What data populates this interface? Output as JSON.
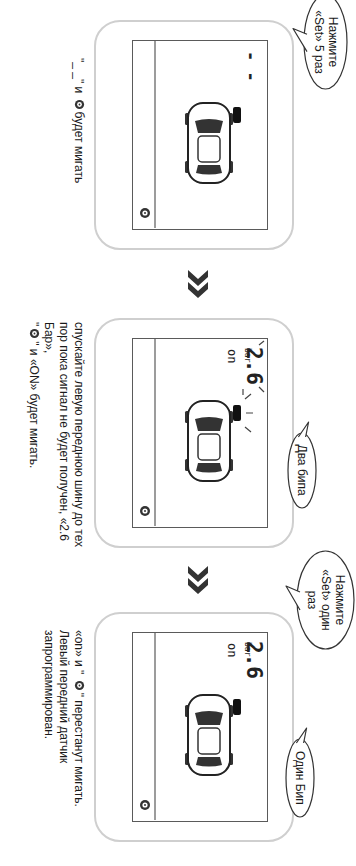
{
  "diagram": {
    "nodes": [
      {
        "text": [
          "Нажмите «Set» 5 раз"
        ]
      },
      {
        "text": [
          "- -"
        ]
      },
      {
        "text": [
          "2.6",
          "bar",
          "on"
        ]
      },
      {
        "text": [
          "Два бипа"
        ]
      },
      {
        "text": [
          "Нажмите «Set» один раз"
        ]
      },
      {
        "text": [
          "2.6",
          "bar",
          "on"
        ]
      },
      {
        "text": [
          "Один Бип"
        ]
      }
    ],
    "edges": [
      {
        "from": 1,
        "to": 2,
        "arrow": "to"
      },
      {
        "from": 2,
        "to": 5,
        "arrow": "to"
      }
    ],
    "labels": [
      "\"_ _\" и",
      "будет мигать",
      "спускайте левую переднюю шину до тех пор пока сигнал не будет получен, «2.6 Бар»,",
      "\"",
      "\" и «ON» будет мигать.",
      "«on» и \"",
      "\" перестанут мигать. Левый передний датчик запрограммирован."
    ]
  }
}
